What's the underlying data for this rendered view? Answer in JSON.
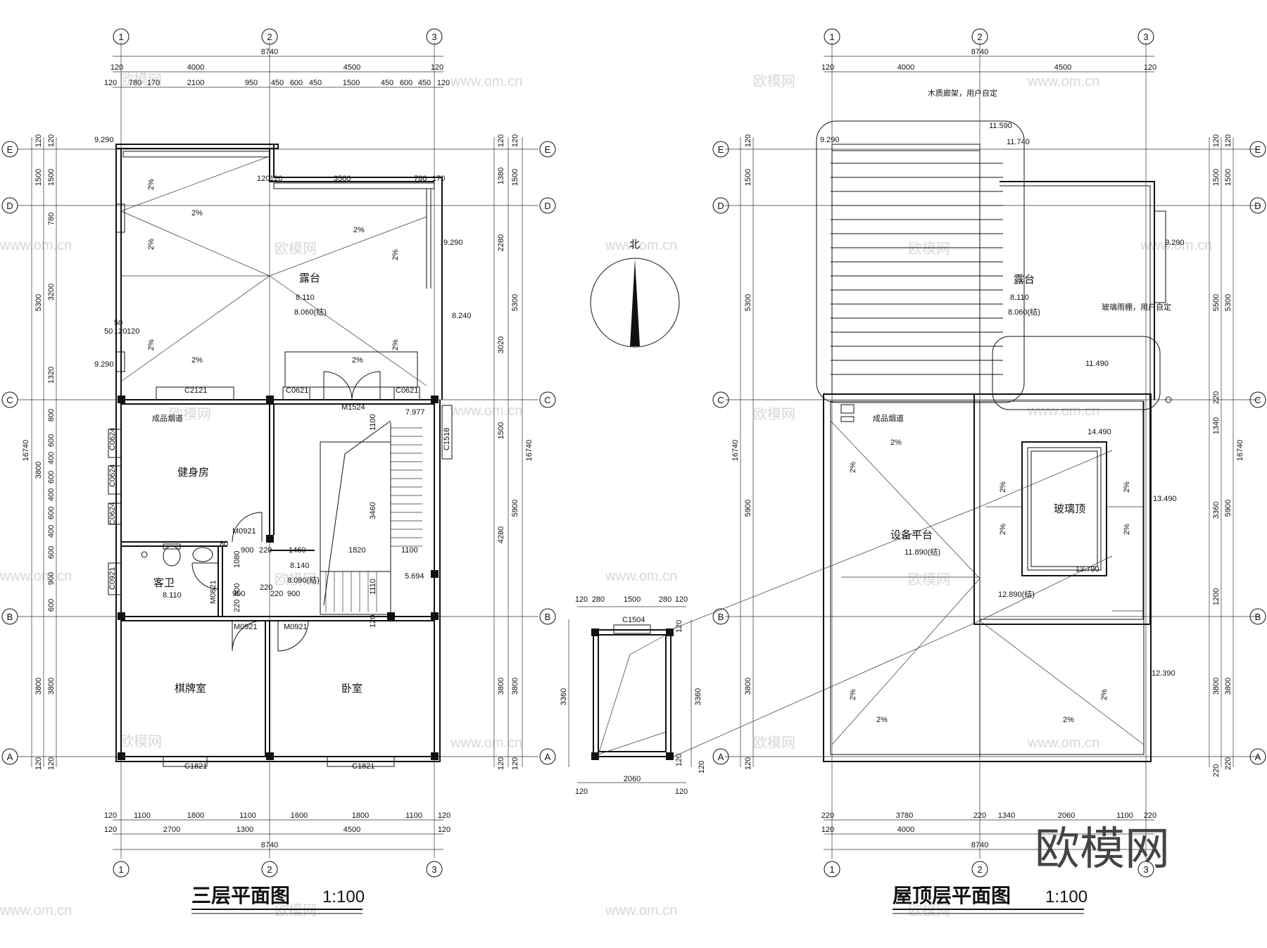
{
  "titles": {
    "left": "三层平面图",
    "left_scale": "1:100",
    "right": "屋顶层平面图",
    "right_scale": "1:100"
  },
  "north_label": "北",
  "logo_text": "欧模网",
  "watermark": {
    "cn": "欧模网",
    "url": "www.om.cn"
  },
  "axes": {
    "cols": [
      "1",
      "2",
      "3"
    ],
    "rows": [
      "A",
      "B",
      "C",
      "D",
      "E"
    ]
  },
  "left_top_dims": {
    "total": "8740",
    "row2": [
      "120",
      "4000",
      "4500",
      "120"
    ],
    "row3": [
      "120",
      "780",
      "170",
      "2100",
      "950",
      "450",
      "600",
      "450",
      "1500",
      "450",
      "600",
      "450",
      "120"
    ]
  },
  "left_bottom_dims": {
    "row1": [
      "120",
      "1100",
      "1800",
      "1100",
      "1600",
      "1800",
      "1100",
      "120"
    ],
    "row2": [
      "120",
      "2700",
      "1300",
      "4500",
      "120"
    ],
    "total": "8740"
  },
  "left_side_dims": {
    "outer": "16740",
    "mid": [
      "120",
      "1500",
      "5300",
      "3800",
      "3800",
      "120"
    ],
    "inner": [
      "120",
      "1500",
      "780",
      "3200",
      "1320",
      "800",
      "600",
      "400",
      "600",
      "400",
      "600",
      "400",
      "600",
      "900",
      "600",
      "3800",
      "120"
    ]
  },
  "right_side_dims_left_plan": {
    "outer": "16740",
    "mid": [
      "120",
      "1500",
      "5300",
      "5900",
      "3800",
      "120"
    ],
    "inner": [
      "120",
      "1380",
      "2280",
      "3020",
      "1500",
      "4280",
      "3800",
      "120"
    ]
  },
  "left_rooms": [
    {
      "label": "露台"
    },
    {
      "label": "健身房"
    },
    {
      "label": "客卫"
    },
    {
      "label": "棋牌室"
    },
    {
      "label": "卧室"
    }
  ],
  "left_labels": {
    "elev": [
      "9.290",
      "9.290",
      "9.290",
      "8.240",
      "8.110",
      "8.060(结)",
      "7.977",
      "8.140",
      "8.090(结)",
      "5.694",
      "8.110"
    ],
    "windows": [
      "C2121",
      "C0621",
      "C0621",
      "C0624",
      "C0624",
      "C0624",
      "C0921",
      "C1518",
      "C1821",
      "C1821"
    ],
    "doors": [
      "M1524",
      "M0921",
      "M0921",
      "M0921",
      "M0821"
    ],
    "slope": "2%",
    "dims_misc": [
      "120",
      "120",
      "3500",
      "780",
      "170",
      "50",
      "50",
      "120",
      "120",
      "1100",
      "3460",
      "1460",
      "1820",
      "1100",
      "900",
      "220",
      "80",
      "220",
      "900",
      "1080",
      "220",
      "900",
      "220",
      "900",
      "1110",
      "120"
    ],
    "pipe": "成品烟道"
  },
  "stair_detail": {
    "top_dims": [
      "120",
      "280",
      "1500",
      "280",
      "120"
    ],
    "window": "C1504",
    "side": "3360",
    "side2": "3360",
    "bottom": [
      "2060",
      "120",
      "120"
    ],
    "small": [
      "120",
      "120",
      "120"
    ]
  },
  "right_labels": {
    "rooms": [
      "露台",
      "设备平台",
      "玻璃顶"
    ],
    "elev": [
      "11.590",
      "11.740",
      "9.290",
      "9.290",
      "8.110",
      "8.060(结)",
      "11.490",
      "14.490",
      "13.490",
      "11.890(结)",
      "13.790",
      "12.890(结)",
      "12.390"
    ],
    "notes": [
      "木质廊架，用户自定",
      "玻璃雨棚，用户自定"
    ],
    "pipe": "成品烟道",
    "slope": "2%"
  },
  "right_side_dims": {
    "left_outer": "16740",
    "left_mid": [
      "120",
      "1500",
      "5300",
      "5900",
      "3800",
      "120"
    ],
    "right_outer": "16740",
    "right_mid": [
      "120",
      "1500",
      "5300",
      "5900",
      "3800",
      "220"
    ],
    "right_inner": [
      "120",
      "1500",
      "5500",
      "220",
      "1340",
      "3360",
      "1200",
      "3800",
      "220"
    ]
  },
  "right_top_dims": {
    "total": "8740",
    "row2": [
      "120",
      "4000",
      "4500",
      "120"
    ]
  },
  "right_bottom_dims": {
    "row1": [
      "220",
      "3780",
      "220",
      "1340",
      "2060",
      "1100",
      "220"
    ],
    "row2": [
      "120",
      "4000"
    ],
    "total": "8740"
  }
}
